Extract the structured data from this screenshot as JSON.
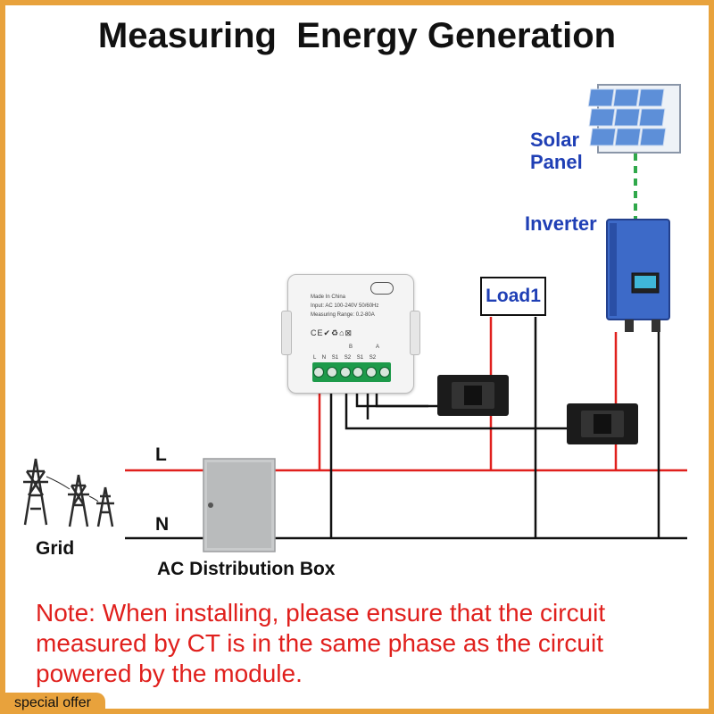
{
  "title": "Measuring  Energy Generation",
  "labels": {
    "solar_panel_line1": "Solar",
    "solar_panel_line2": "Panel",
    "inverter": "Inverter",
    "load1": "Load1",
    "line_l": "L",
    "line_n": "N",
    "grid": "Grid",
    "ac_box": "AC Distribution Box"
  },
  "module": {
    "made_in": "Made In China",
    "input": "Input: AC 100-240V 50/60Hz",
    "range": "Measuring Range: 0.2-80A",
    "cert_marks": "CE✔♻⌂⊠",
    "terminal_labels": "L N S1 S2 S1 S2",
    "group_b": "B",
    "group_a": "A"
  },
  "note": {
    "lead": "Note:",
    "body": " When installing, please ensure that the circuit measured by CT is in the same phase as the circuit powered by the module."
  },
  "badge": "special offer",
  "colors": {
    "live_wire": "#e0201d",
    "neutral_wire": "#111111",
    "label_blue": "#1f3fb5",
    "note_red": "#e0201d",
    "border": "#e8a23c",
    "inverter": "#3d6ac8",
    "terminal_green": "#1d9a4a"
  }
}
